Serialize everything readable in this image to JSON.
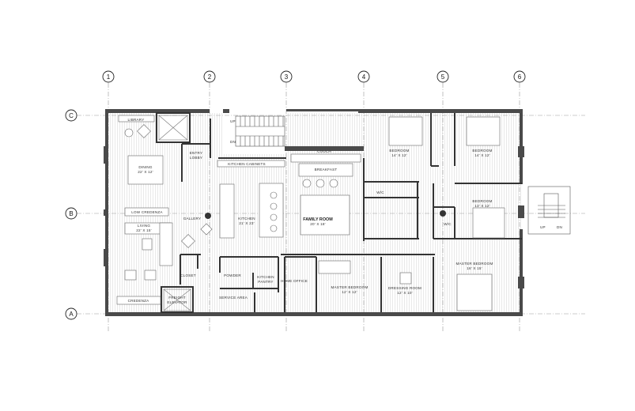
{
  "drawing": {
    "type": "architectural floor plan",
    "grid_columns": [
      "1",
      "2",
      "3",
      "4",
      "5",
      "6"
    ],
    "grid_rows": [
      "C",
      "B",
      "A"
    ],
    "rooms": [
      {
        "id": "library",
        "name": "LIBRARY",
        "size": ""
      },
      {
        "id": "dining",
        "name": "DINING",
        "size": "22' X 12'"
      },
      {
        "id": "entry",
        "name": "ENTRY",
        "name2": "LOBBY",
        "size": ""
      },
      {
        "id": "low-credenza",
        "name": "LOW CREDENZA",
        "size": ""
      },
      {
        "id": "living",
        "name": "LIVING",
        "size": "22' X 15'"
      },
      {
        "id": "gallery",
        "name": "GALLERY",
        "size": ""
      },
      {
        "id": "closet",
        "name": "CLOSET",
        "size": ""
      },
      {
        "id": "credenza",
        "name": "CREDENZA",
        "size": ""
      },
      {
        "id": "freight",
        "name": "FREIGHT",
        "name2": "ELEVATOR",
        "size": ""
      },
      {
        "id": "kitchen-cabinets",
        "name": "KITCHEN CABINETS",
        "size": ""
      },
      {
        "id": "kitchen",
        "name": "KITCHEN",
        "size": "21' X 23'"
      },
      {
        "id": "powder",
        "name": "POWDER",
        "size": ""
      },
      {
        "id": "kitchen-pantry",
        "name": "KITCHEN",
        "name2": "PANTRY",
        "size": ""
      },
      {
        "id": "service-area",
        "name": "SERVICE AREA",
        "size": ""
      },
      {
        "id": "home-office",
        "name": "HOME OFFICE",
        "size": ""
      },
      {
        "id": "couch",
        "name": "COUCH",
        "size": ""
      },
      {
        "id": "breakfast",
        "name": "BREAKFAST",
        "size": ""
      },
      {
        "id": "family-room",
        "name": "FAMILY ROOM",
        "size": "20' X 18'"
      },
      {
        "id": "bedroom-1",
        "name": "BEDROOM",
        "size": "14' X 12'"
      },
      {
        "id": "bedroom-2",
        "name": "BEDROOM",
        "size": "14' X 12'"
      },
      {
        "id": "wic-1",
        "name": "W/C",
        "size": ""
      },
      {
        "id": "bedroom-3",
        "name": "BEDROOM",
        "size": "13' X 12'"
      },
      {
        "id": "wic-2",
        "name": "W/C",
        "size": ""
      },
      {
        "id": "master-bathroom",
        "name": "MASTER BEDROOM",
        "size": "12' X 12'"
      },
      {
        "id": "dressing-room",
        "name": "DRESSING ROOM",
        "size": "12' X 10'"
      },
      {
        "id": "master-bedroom",
        "name": "MASTER BEDROOM",
        "size": "16' X 15'"
      }
    ],
    "stair_labels": {
      "up": "UP",
      "down": "DN"
    },
    "colors": {
      "wall": "#4a4a4a",
      "floor_hatch": "#d4d4d4",
      "line": "#333333",
      "background": "#ffffff"
    }
  }
}
